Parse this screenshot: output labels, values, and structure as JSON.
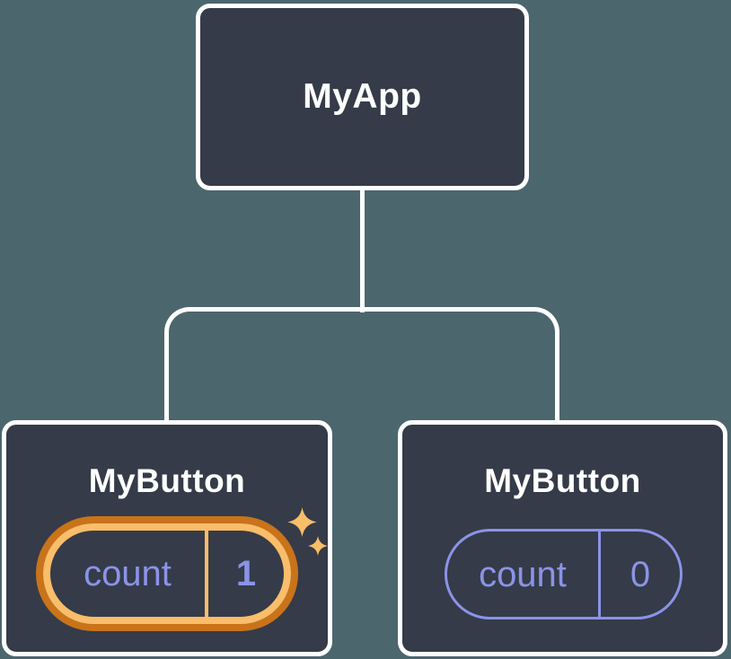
{
  "diagram": {
    "type": "component-tree",
    "root": {
      "label": "MyApp"
    },
    "children": [
      {
        "label": "MyButton",
        "state_key": "count",
        "state_value": "1",
        "highlighted": true
      },
      {
        "label": "MyButton",
        "state_key": "count",
        "state_value": "0",
        "highlighted": false
      }
    ],
    "colors": {
      "background": "#4C666E",
      "node_fill": "#353B48",
      "node_border": "#FFFFFF",
      "connector": "#FFFFFF",
      "state_text": "#8B93E8",
      "highlight_ring_outer": "#C9731A",
      "highlight_ring_inner": "#FABD6A",
      "sparkle": "#F9BE68"
    }
  }
}
